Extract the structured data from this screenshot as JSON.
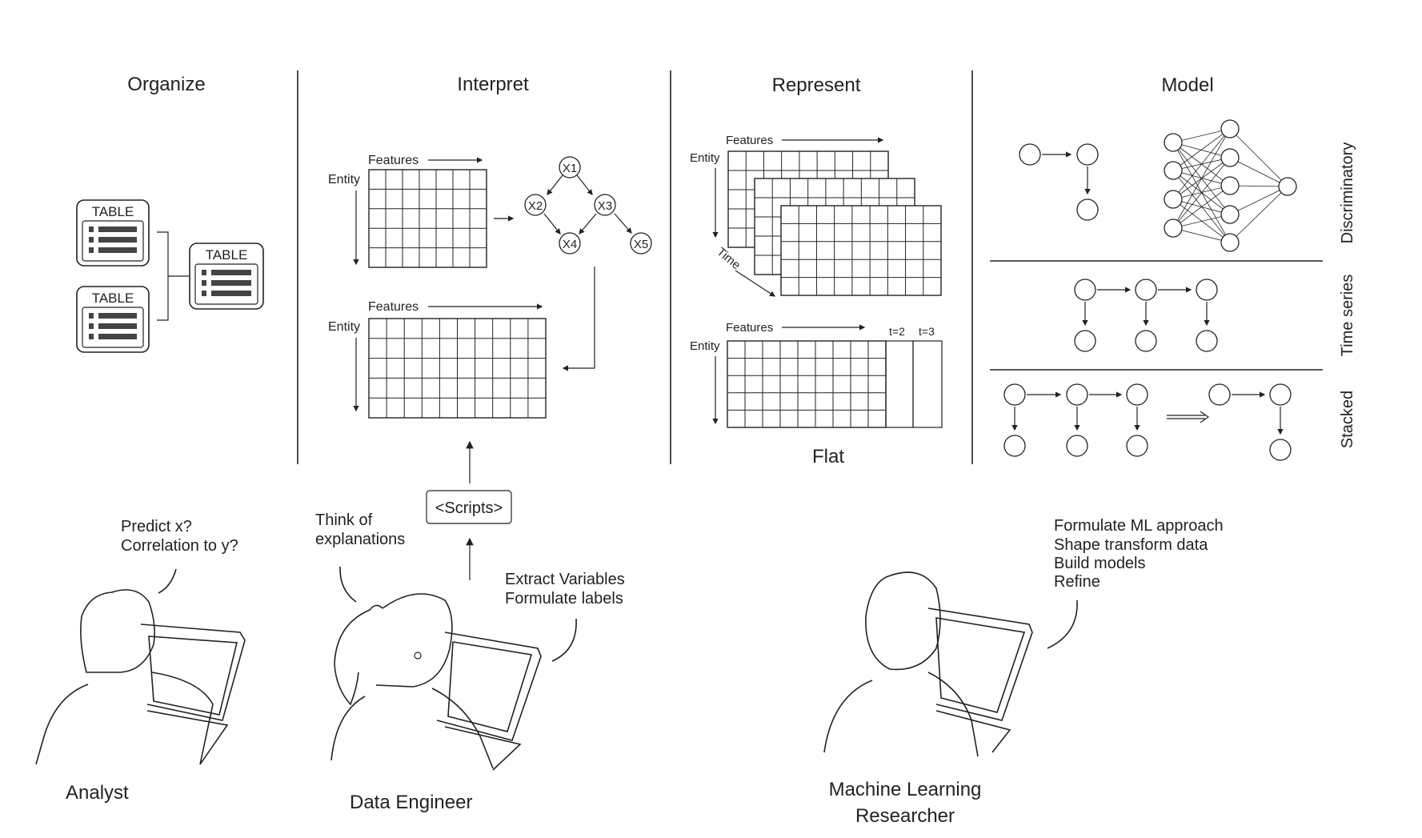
{
  "columns": {
    "organize": "Organize",
    "interpret": "Interpret",
    "represent": "Represent",
    "model": "Model"
  },
  "organize": {
    "table_label": "TABLE"
  },
  "interpret": {
    "grid_features": "Features",
    "grid_entity": "Entity",
    "graph_nodes": [
      "X1",
      "X2",
      "X3",
      "X4",
      "X5"
    ],
    "scripts": "<Scripts>"
  },
  "represent": {
    "features": "Features",
    "entity": "Entity",
    "time": "Time",
    "t2": "t=2",
    "t3": "t=3",
    "flat": "Flat"
  },
  "model": {
    "rows": [
      "Discriminatory",
      "Time series",
      "Stacked"
    ]
  },
  "people": {
    "analyst": {
      "name": "Analyst",
      "speech": [
        "Predict x?",
        "Correlation to y?"
      ]
    },
    "engineer": {
      "name": "Data Engineer",
      "thought": [
        "Think of",
        "explanations"
      ],
      "speech": [
        "Extract Variables",
        "Formulate labels"
      ]
    },
    "researcher": {
      "name_lines": [
        "Machine Learning",
        "Researcher"
      ],
      "speech": [
        "Formulate ML approach",
        "Shape transform data",
        "Build models",
        "Refine"
      ]
    }
  },
  "colors": {
    "ink": "#222222",
    "background": "#ffffff"
  }
}
